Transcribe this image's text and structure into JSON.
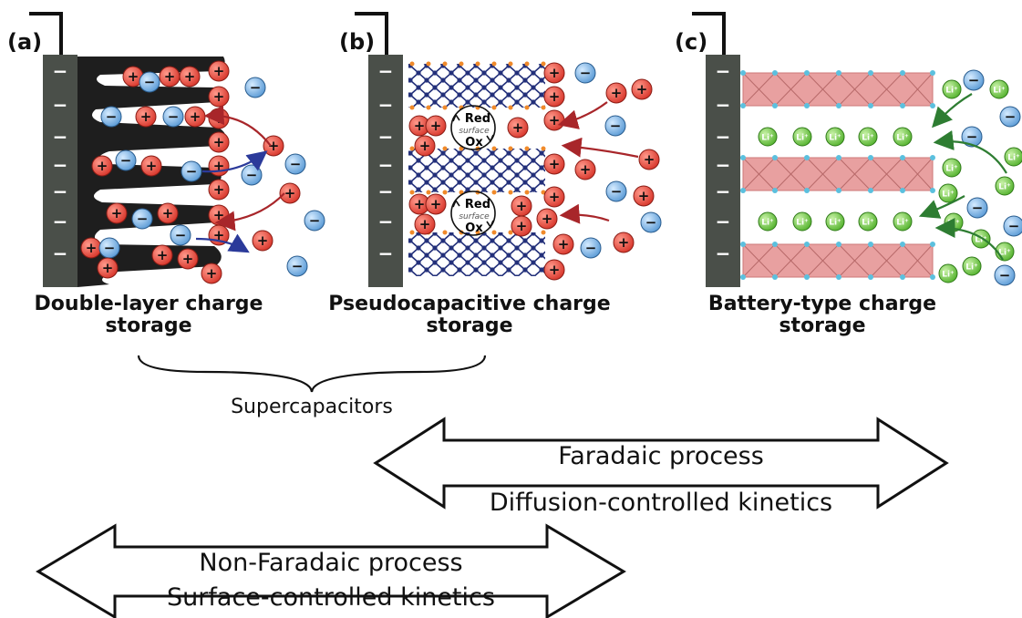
{
  "panels": [
    {
      "letter": "(a)",
      "caption_line1": "Double-layer charge",
      "caption_line2": "storage"
    },
    {
      "letter": "(b)",
      "caption_line1": "Pseudocapacitive charge",
      "caption_line2": "storage"
    },
    {
      "letter": "(c)",
      "caption_line1": "Battery-type charge",
      "caption_line2": "storage"
    }
  ],
  "glyphs": {
    "electrode_sign": "−",
    "cation_sign": "+",
    "anion_sign": "−",
    "lithium": "Li⁺"
  },
  "redox": {
    "red": "Red",
    "surface": "surface",
    "ox": "Ox"
  },
  "group_label": "Supercapacitors",
  "faradaic": {
    "top": "Faradaic process",
    "bottom": "Diffusion-controlled kinetics"
  },
  "non_faradaic": {
    "top": "Non-Faradaic process",
    "bottom": "Surface-controlled kinetics"
  },
  "colors": {
    "electrode": "#4a4f49",
    "cation": "#e0463a",
    "anion": "#5b9bd6",
    "lithium": "#6cc24a",
    "carbon": "#1e1e1e",
    "pseudo_lattice": "#23307a",
    "battery_layer": "#e8a0a0",
    "arrow_red": "#a8262a",
    "arrow_blue": "#2b3a9a",
    "arrow_green": "#2e7d32"
  }
}
